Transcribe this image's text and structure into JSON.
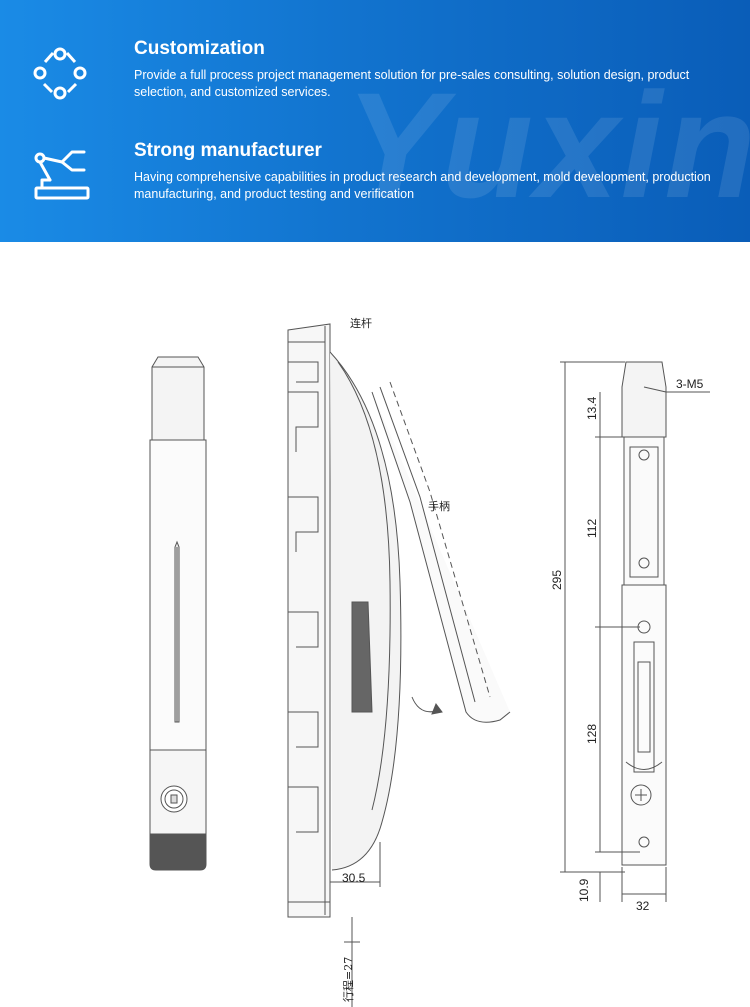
{
  "features": [
    {
      "title": "Customization",
      "description": "Provide a full process project management solution for pre-sales consulting, solution design, product selection, and customized services.",
      "icon": "network-nodes-icon"
    },
    {
      "title": "Strong manufacturer",
      "description": "Having comprehensive capabilities in product research and development, mold development, production manufacturing, and product testing and verification",
      "icon": "robot-arm-icon"
    }
  ],
  "watermark": "Yuxin",
  "drawing": {
    "labels": {
      "linkage": "连杆",
      "handle": "手柄",
      "stroke": "行程=27",
      "screw": "3-M5"
    },
    "dimensions": {
      "side_depth": "30.5",
      "total_height": "295",
      "top_offset": "13.4",
      "upper_spacing": "112",
      "lower_spacing": "128",
      "bottom_offset": "10.9",
      "width": "32"
    }
  }
}
